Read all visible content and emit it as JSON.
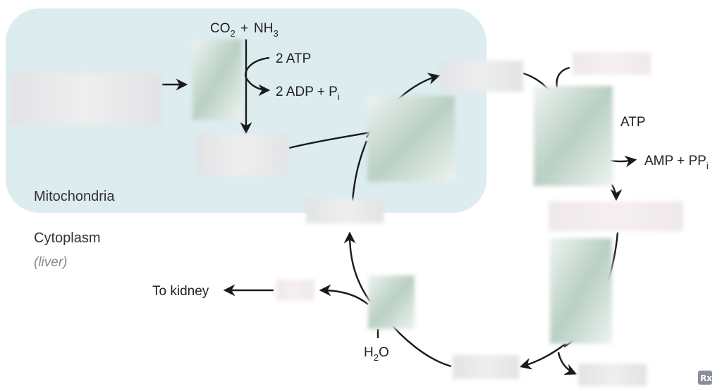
{
  "diagram": {
    "regions": {
      "mitochondria": "Mitochondria",
      "cytoplasm": "Cytoplasm",
      "cytoplasm_note": "(liver)"
    },
    "molecules": {
      "co2": {
        "base": "CO",
        "sub": "2"
      },
      "plus1": "+",
      "nh3": {
        "base": "NH",
        "sub": "3"
      },
      "atp_in": "2 ATP",
      "adp_out": {
        "base": "2 ADP + P",
        "sub": "i"
      },
      "atp_right": "ATP",
      "amp_out": {
        "base": "AMP + PP",
        "sub": "i"
      },
      "water": {
        "base": "H",
        "sub": "2",
        "tail": "O"
      },
      "to_kidney": "To kidney"
    },
    "colors": {
      "mito_bg": "#dcecef",
      "line": "#1a1a1a",
      "blank_light": "#e9e9ea",
      "blank_green": "#cfe0d6"
    },
    "logo": "Rx"
  }
}
